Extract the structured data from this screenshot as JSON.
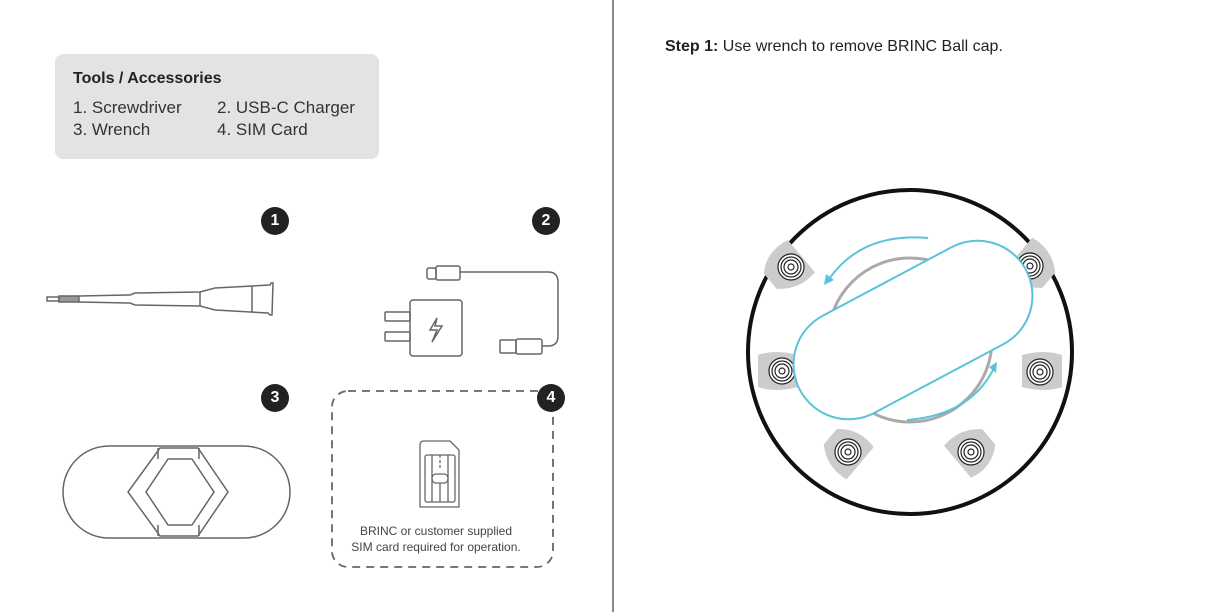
{
  "tools": {
    "title": "Tools / Accessories",
    "items": [
      "1. Screwdriver",
      "2. USB-C Charger",
      "3. Wrench",
      "4. SIM Card"
    ]
  },
  "badges": [
    "1",
    "2",
    "3",
    "4"
  ],
  "sim_note": {
    "line1": "BRINC or customer supplied",
    "line2": "SIM card required for operation."
  },
  "step": {
    "label": "Step 1:",
    "text": " Use wrench to remove BRINC Ball cap."
  },
  "colors": {
    "accent": "#5bc3d9",
    "badge": "#222222",
    "box": "#e3e3e3"
  }
}
